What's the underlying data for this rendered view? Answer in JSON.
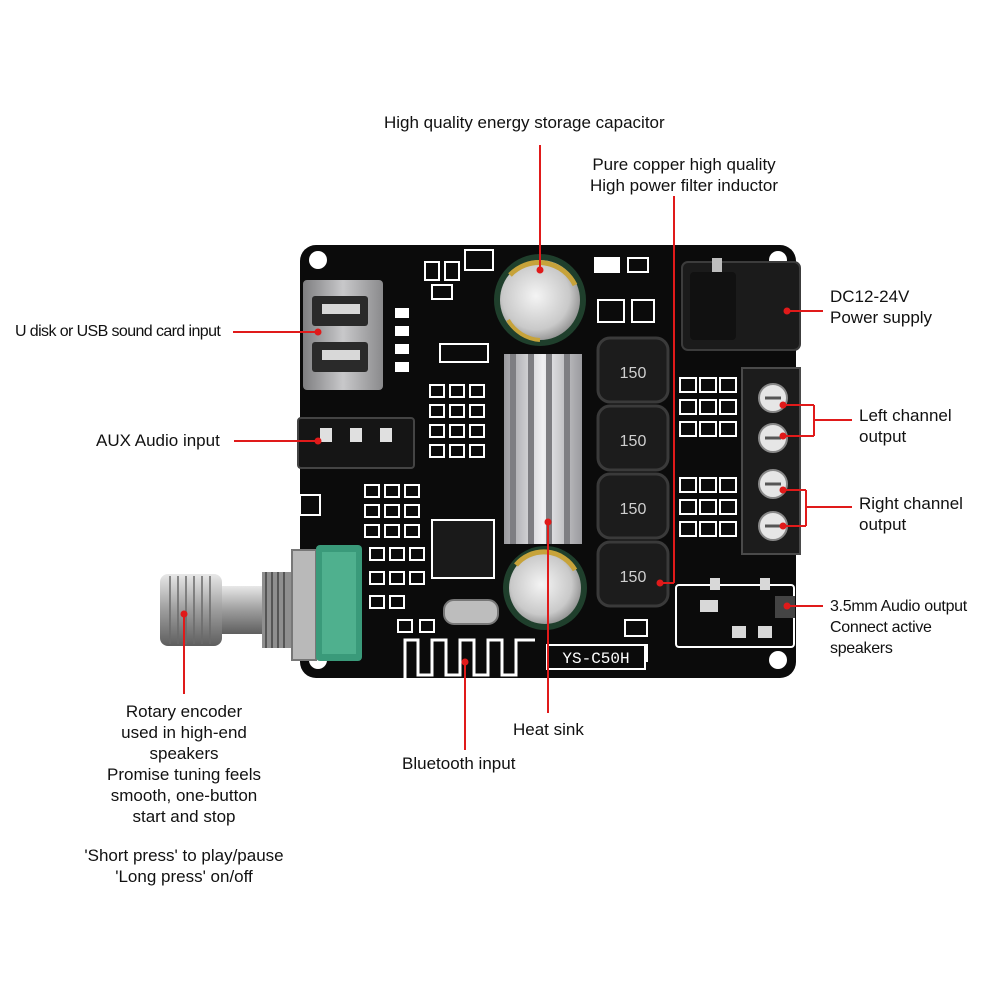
{
  "board": {
    "model_text": "YS-C50H",
    "inductor_marking": "150"
  },
  "colors": {
    "callout_line": "#e01a1a",
    "pcb": "#0b0b0b",
    "capacitor_sleeve": "#1f3f2c",
    "encoder_body": "#3a9a7a",
    "heatsink": "#cfcfd2"
  },
  "labels": {
    "capacitor": "High quality energy storage capacitor",
    "inductor_line1": "Pure copper high quality",
    "inductor_line2": "High power filter inductor",
    "usb_input": "U disk or USB sound card input",
    "aux_input": "AUX Audio input",
    "dc_line1": "DC12-24V",
    "dc_line2": "Power supply",
    "left_line1": "Left channel",
    "left_line2": "output",
    "right_line1": "Right channel",
    "right_line2": "output",
    "audio35_line1": "3.5mm Audio output",
    "audio35_line2": "Connect active",
    "audio35_line3": "speakers",
    "heat_sink": "Heat sink",
    "bluetooth": "Bluetooth input",
    "encoder_lines": [
      "Rotary encoder",
      "used in high-end",
      "speakers",
      "Promise tuning feels",
      "smooth, one-button",
      "start and stop"
    ],
    "press_lines": [
      "'Short press' to play/pause",
      "'Long press' on/off"
    ]
  }
}
